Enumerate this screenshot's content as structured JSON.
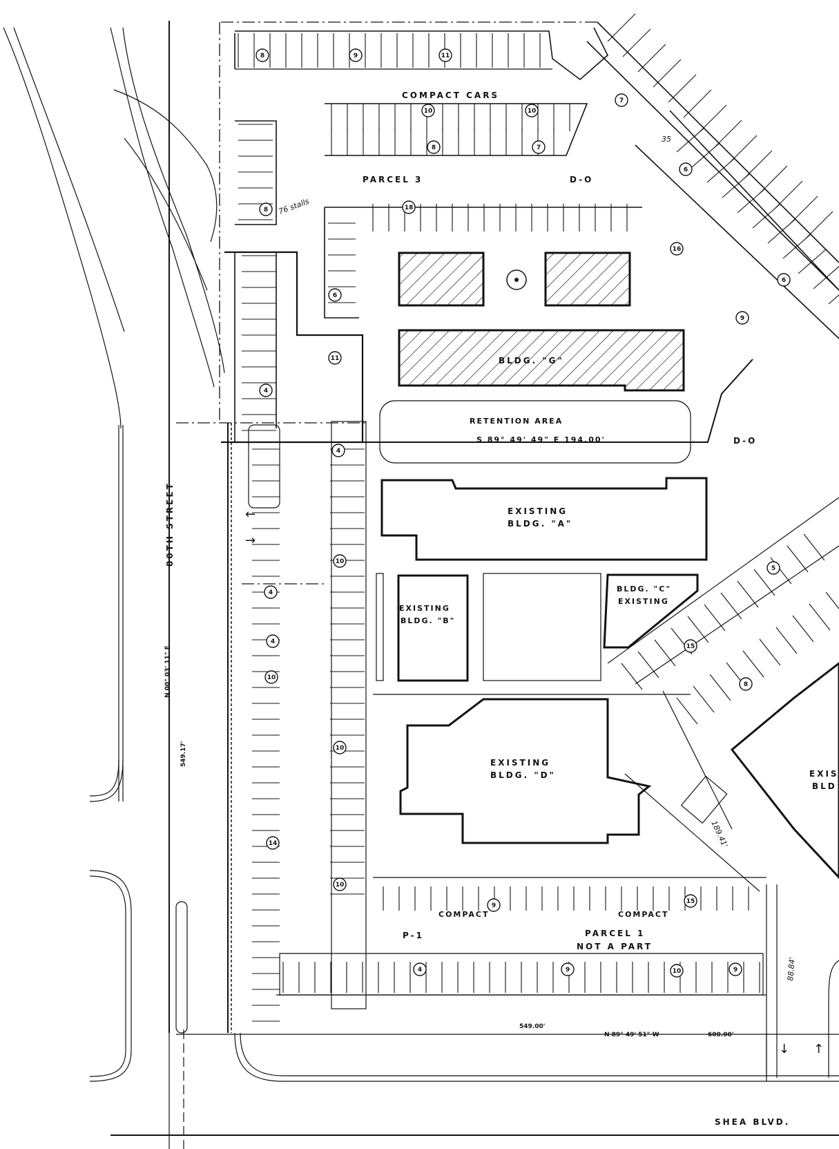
{
  "labels": {
    "parcel3": "PARCEL 3",
    "compact_cars": "COMPACT CARS",
    "do_top": "D-O",
    "do_mid": "D-O",
    "bldg_g": "BLDG. \"G\"",
    "retention_area": "RETENTION AREA",
    "retention_dim": "S 89° 49' 49\" E 194.00'",
    "bldg_a_line1": "EXISTING",
    "bldg_a_line2": "BLDG. \"A\"",
    "bldg_b_line1": "EXISTING",
    "bldg_b_line2": "BLDG. \"B\"",
    "bldg_c_line1": "BLDG. \"C\"",
    "bldg_c_line2": "EXISTING",
    "bldg_d_line1": "EXISTING",
    "bldg_d_line2": "BLDG. \"D\"",
    "bldg_e_line1": "EXIS",
    "bldg_e_line2": "BLD",
    "street_80th": "80TH STREET",
    "shea_blvd": "SHEA BLVD.",
    "parcel1_line1": "PARCEL 1",
    "parcel1_line2": "NOT A PART",
    "p1": "P-1",
    "compact_left": "COMPACT",
    "compact_right": "COMPACT",
    "stalls_note": "76 stalls",
    "bottom_bearing": "N 89° 49' 51\" W",
    "bottom_dist": "549.00'",
    "bottom_dist2": "600.00'",
    "side_bearing": "N 00° 03' 11\" E",
    "side_dist": "549.17'",
    "handwritten_1": "35",
    "handwritten_2": "88.84'",
    "handwritten_3": "189.41'"
  },
  "stall_counts": [
    "8",
    "9",
    "11",
    "10",
    "10",
    "8",
    "7",
    "18",
    "8",
    "6",
    "4",
    "11",
    "7",
    "6",
    "16",
    "6",
    "9",
    "4",
    "4",
    "10",
    "14",
    "10",
    "10",
    "10",
    "9",
    "15",
    "9",
    "4",
    "9",
    "15",
    "8",
    "5",
    "10",
    "4"
  ]
}
